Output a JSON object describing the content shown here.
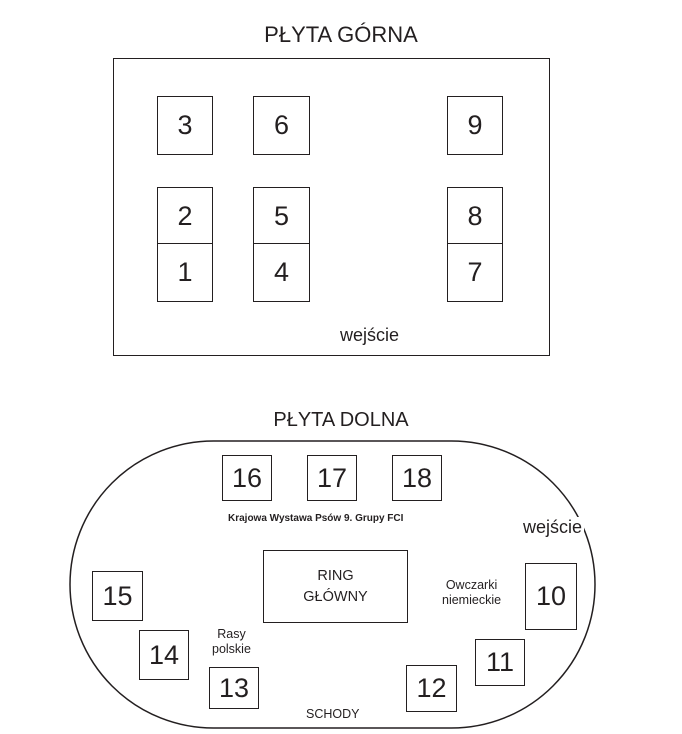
{
  "upper": {
    "title": "PŁYTA GÓRNA",
    "entrance": "wejście",
    "rings": [
      "1",
      "2",
      "3",
      "4",
      "5",
      "6",
      "7",
      "8",
      "9"
    ]
  },
  "lower": {
    "title": "PŁYTA DOLNA",
    "entrance": "wejście",
    "rings": [
      "10",
      "11",
      "12",
      "13",
      "14",
      "15",
      "16",
      "17",
      "18"
    ],
    "main_ring": {
      "line1": "RING",
      "line2": "GŁÓWNY"
    },
    "fci_label": "Krajowa Wystawa Psów 9. Grupy FCI",
    "german_shepherds": {
      "line1": "Owczarki",
      "line2": "niemieckie"
    },
    "polish_breeds": {
      "line1": "Rasy",
      "line2": "polskie"
    },
    "stairs": "SCHODY"
  }
}
